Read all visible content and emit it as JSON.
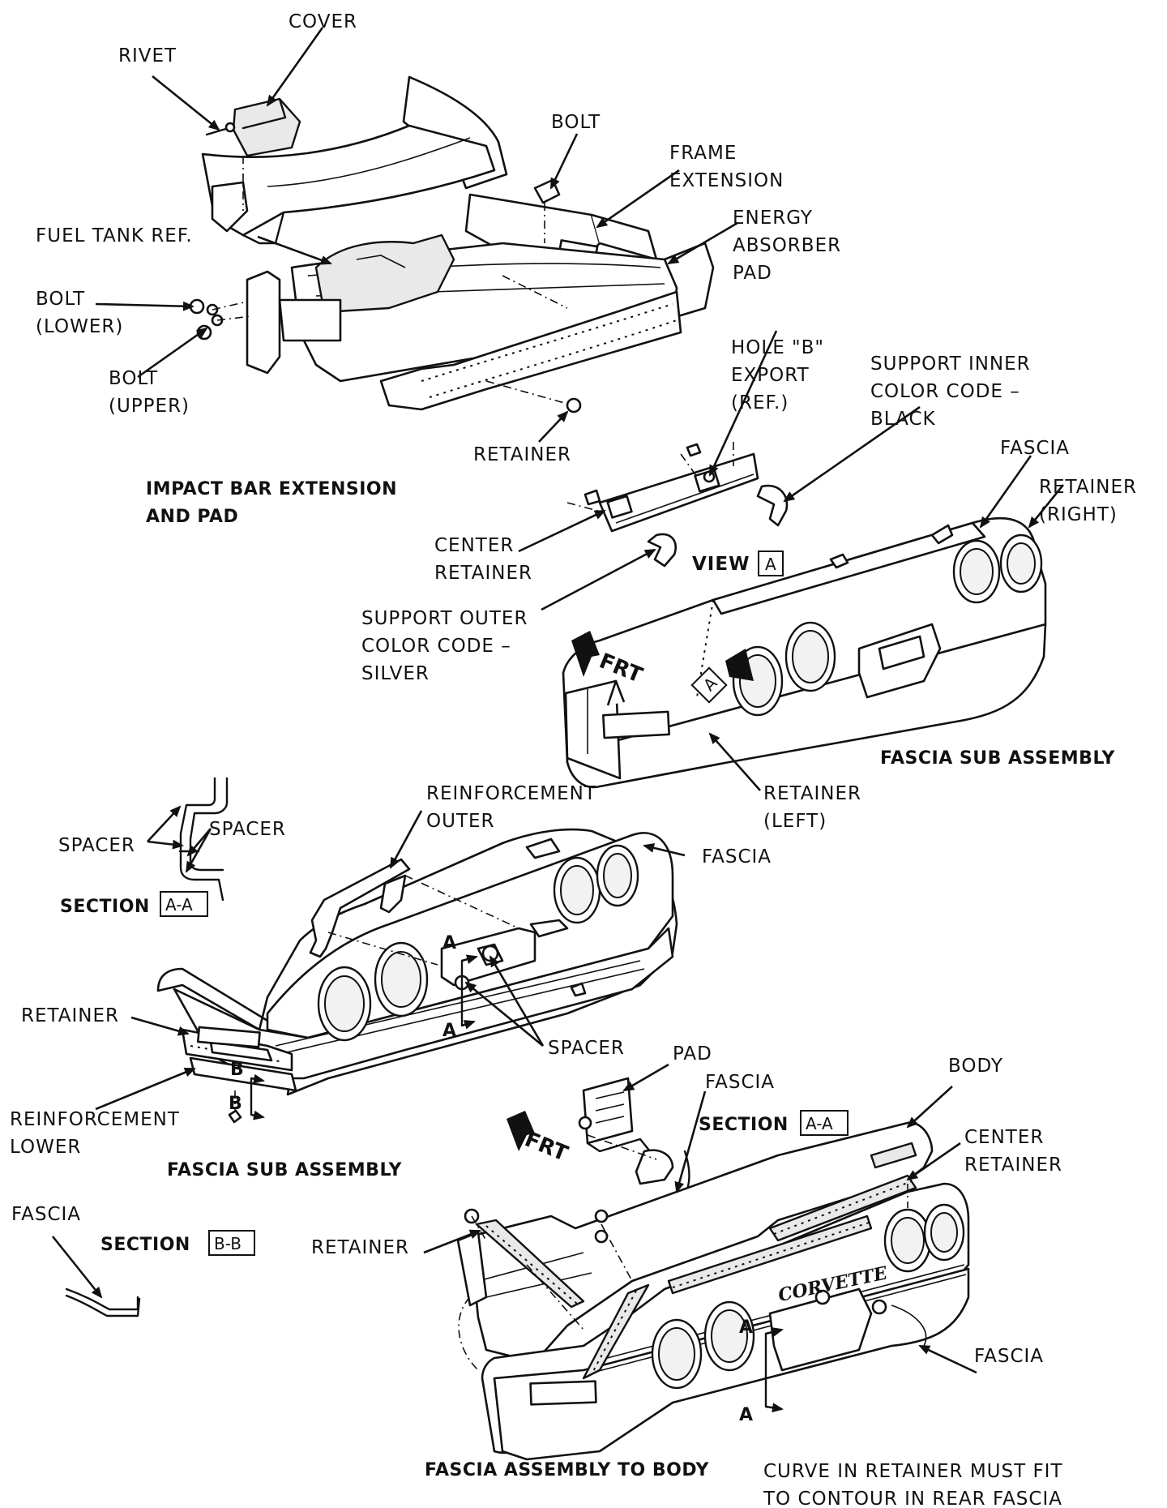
{
  "labels": {
    "cover": "COVER",
    "rivet": "RIVET",
    "bolt": "BOLT",
    "frame_extension": [
      "FRAME",
      "EXTENSION"
    ],
    "energy_absorber_pad": [
      "ENERGY",
      "ABSORBER",
      "PAD"
    ],
    "fuel_tank_ref": "FUEL TANK REF.",
    "bolt_lower": [
      "BOLT",
      "(LOWER)"
    ],
    "bolt_upper": [
      "BOLT",
      "(UPPER)"
    ],
    "retainer_top": "RETAINER",
    "hole_b_export": [
      "HOLE \"B\"",
      "EXPORT",
      "(REF.)"
    ],
    "support_inner": [
      "SUPPORT INNER",
      "COLOR CODE –",
      "BLACK"
    ],
    "fascia_top": "FASCIA",
    "retainer_right": [
      "RETAINER",
      "(RIGHT)"
    ],
    "center_retainer_top": [
      "CENTER",
      "RETAINER"
    ],
    "view_a": "VIEW",
    "support_outer": [
      "SUPPORT OUTER",
      "COLOR CODE –",
      "SILVER"
    ],
    "frt_top": "FRT",
    "retainer_left": [
      "RETAINER",
      "(LEFT)"
    ],
    "spacer_a": "SPACER",
    "spacer_b": "SPACER",
    "reinforcement_outer": [
      "REINFORCEMENT",
      "OUTER"
    ],
    "fascia_mid": "FASCIA",
    "section": "SECTION",
    "retainer_mid": "RETAINER",
    "spacer_mid": "SPACER",
    "reinforcement_lower": [
      "REINFORCEMENT",
      "LOWER"
    ],
    "pad": "PAD",
    "fascia_detail": "FASCIA",
    "body": "BODY",
    "frt_bottom": "FRT",
    "center_retainer_bottom": [
      "CENTER",
      "RETAINER"
    ],
    "fascia_left": "FASCIA",
    "retainer_bottom": "RETAINER",
    "fascia_bottom": "FASCIA",
    "curve_note": [
      "CURVE IN RETAINER MUST FIT",
      "TO CONTOUR IN REAR FASCIA"
    ]
  },
  "section_refs": {
    "view_ref": "A",
    "aa": "A-A",
    "bb": "B-B",
    "a": "A",
    "b": "B"
  },
  "titles": {
    "impact_bar": [
      "IMPACT BAR EXTENSION",
      "AND PAD"
    ],
    "fascia_sub_assembly_top": "FASCIA SUB ASSEMBLY",
    "fascia_sub_assembly_mid": "FASCIA SUB ASSEMBLY",
    "fascia_assembly_to_body": "FASCIA ASSEMBLY TO BODY"
  },
  "logo": "CORVETTE"
}
